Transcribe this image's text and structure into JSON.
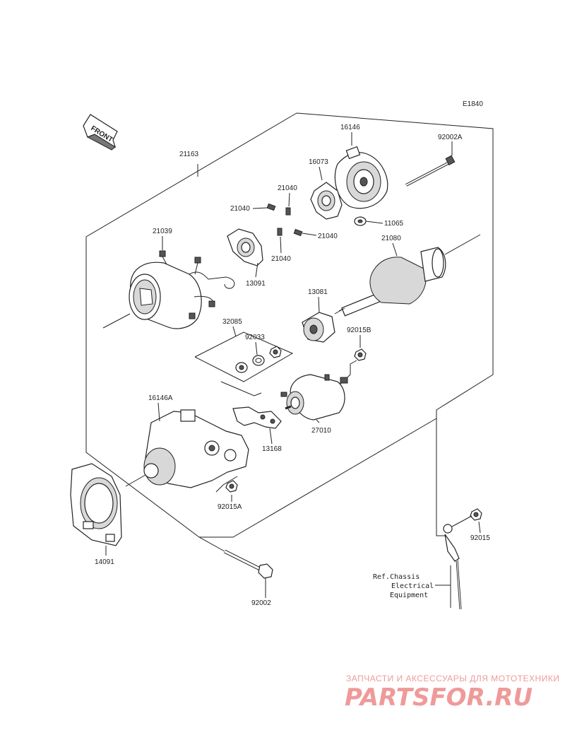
{
  "diagram_code": "E1840",
  "front_label": "FRONT",
  "callouts": {
    "c21163": "21163",
    "c16146": "16146",
    "c92002A": "92002A",
    "c16073": "16073",
    "c21040a": "21040",
    "c21040b": "21040",
    "c21040c": "21040",
    "c21040d": "21040",
    "c11065": "11065",
    "c21039": "21039",
    "c13091": "13091",
    "c21080": "21080",
    "c13081": "13081",
    "c32085": "32085",
    "c92033": "92033",
    "c92015B": "92015B",
    "c16146A": "16146A",
    "c13168": "13168",
    "c27010": "27010",
    "c92015A": "92015A",
    "c14091": "14091",
    "c92015": "92015",
    "c92002": "92002"
  },
  "reference": {
    "line1": "Ref.Chassis",
    "line2": "Electrical",
    "line3": "Equipment"
  },
  "watermark": {
    "tagline": "ЗАПЧАСТИ И АКСЕССУАРЫ ДЛЯ МОТОТЕХНИКИ",
    "brand": "PARTSFOR.RU"
  }
}
